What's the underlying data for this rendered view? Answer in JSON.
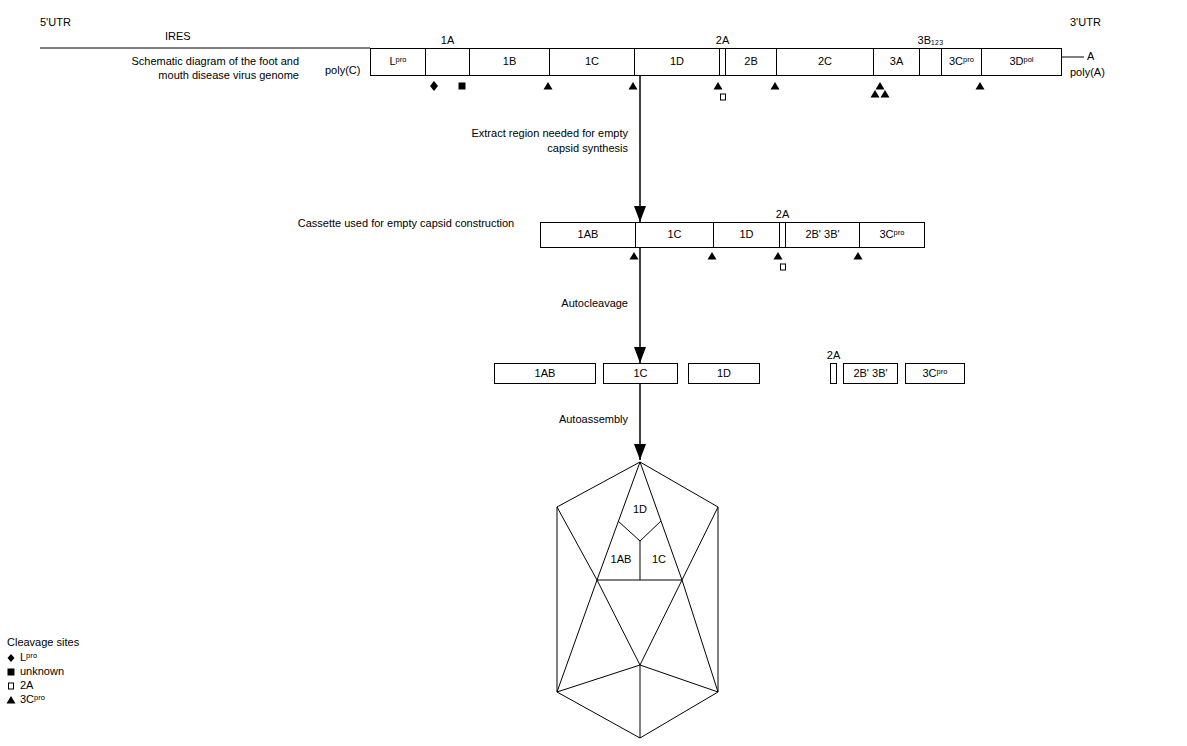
{
  "diagram": {
    "nodes": [
      {
        "text": [
          "Schematic diagram of the foot and mouth disease virus genome"
        ]
      },
      {
        "text": [
          "Lᵖʳᵒ"
        ],
        "in": 0
      },
      {
        "text": [
          "1A"
        ],
        "in": 0
      },
      {
        "text": [
          "1B"
        ],
        "in": 0
      },
      {
        "text": [
          "1C"
        ],
        "in": 0
      },
      {
        "text": [
          "1D"
        ],
        "in": 0
      },
      {
        "text": [
          "2A"
        ],
        "in": 0
      },
      {
        "text": [
          "2B"
        ],
        "in": 0
      },
      {
        "text": [
          "2C"
        ],
        "in": 0
      },
      {
        "text": [
          "3A"
        ],
        "in": 0
      },
      {
        "text": [
          "3B₁₂₃"
        ],
        "in": 0
      },
      {
        "text": [
          "3Cᵖʳᵒ"
        ],
        "in": 0
      },
      {
        "text": [
          "3Dᵖᵒˡ"
        ],
        "in": 0
      },
      {
        "text": [
          "Cassette used for empty capsid construction"
        ]
      },
      {
        "text": [
          "1AB"
        ],
        "in": 13
      },
      {
        "text": [
          "1C"
        ],
        "in": 13
      },
      {
        "text": [
          "1D"
        ],
        "in": 13
      },
      {
        "text": [
          "2A"
        ],
        "in": 13
      },
      {
        "text": [
          "2B' 3B'"
        ],
        "in": 13
      },
      {
        "text": [
          "3Cᵖʳᵒ"
        ],
        "in": 13
      },
      {
        "text": [
          "1AB"
        ]
      },
      {
        "text": [
          "1C"
        ]
      },
      {
        "text": [
          "1D"
        ]
      },
      {
        "text": [
          "2A"
        ]
      },
      {
        "text": [
          "2B' 3B'"
        ]
      },
      {
        "text": [
          "3Cᵖʳᵒ"
        ]
      },
      {
        "text": [
          "1D",
          "1AB",
          "1C"
        ]
      }
    ],
    "edges": [
      {
        "from": 0,
        "to": 13,
        "arrow": "to",
        "label": "Extract region needed for empty capsid synthesis"
      },
      {
        "from": 13,
        "to": 21,
        "arrow": "to",
        "label": "Autocleavage"
      },
      {
        "from": 21,
        "to": 26,
        "arrow": "to",
        "label": "Autoassembly"
      }
    ],
    "labels": [
      "5'UTR",
      "IRES",
      "poly(C)",
      "3'UTR",
      "A",
      "poly(A)",
      "Cleavage sites"
    ],
    "legend": [
      {
        "text": "Lᵖʳᵒ"
      },
      {
        "text": "unknown"
      },
      {
        "text": "2A"
      },
      {
        "text": "3Cᵖʳᵒ"
      }
    ]
  }
}
